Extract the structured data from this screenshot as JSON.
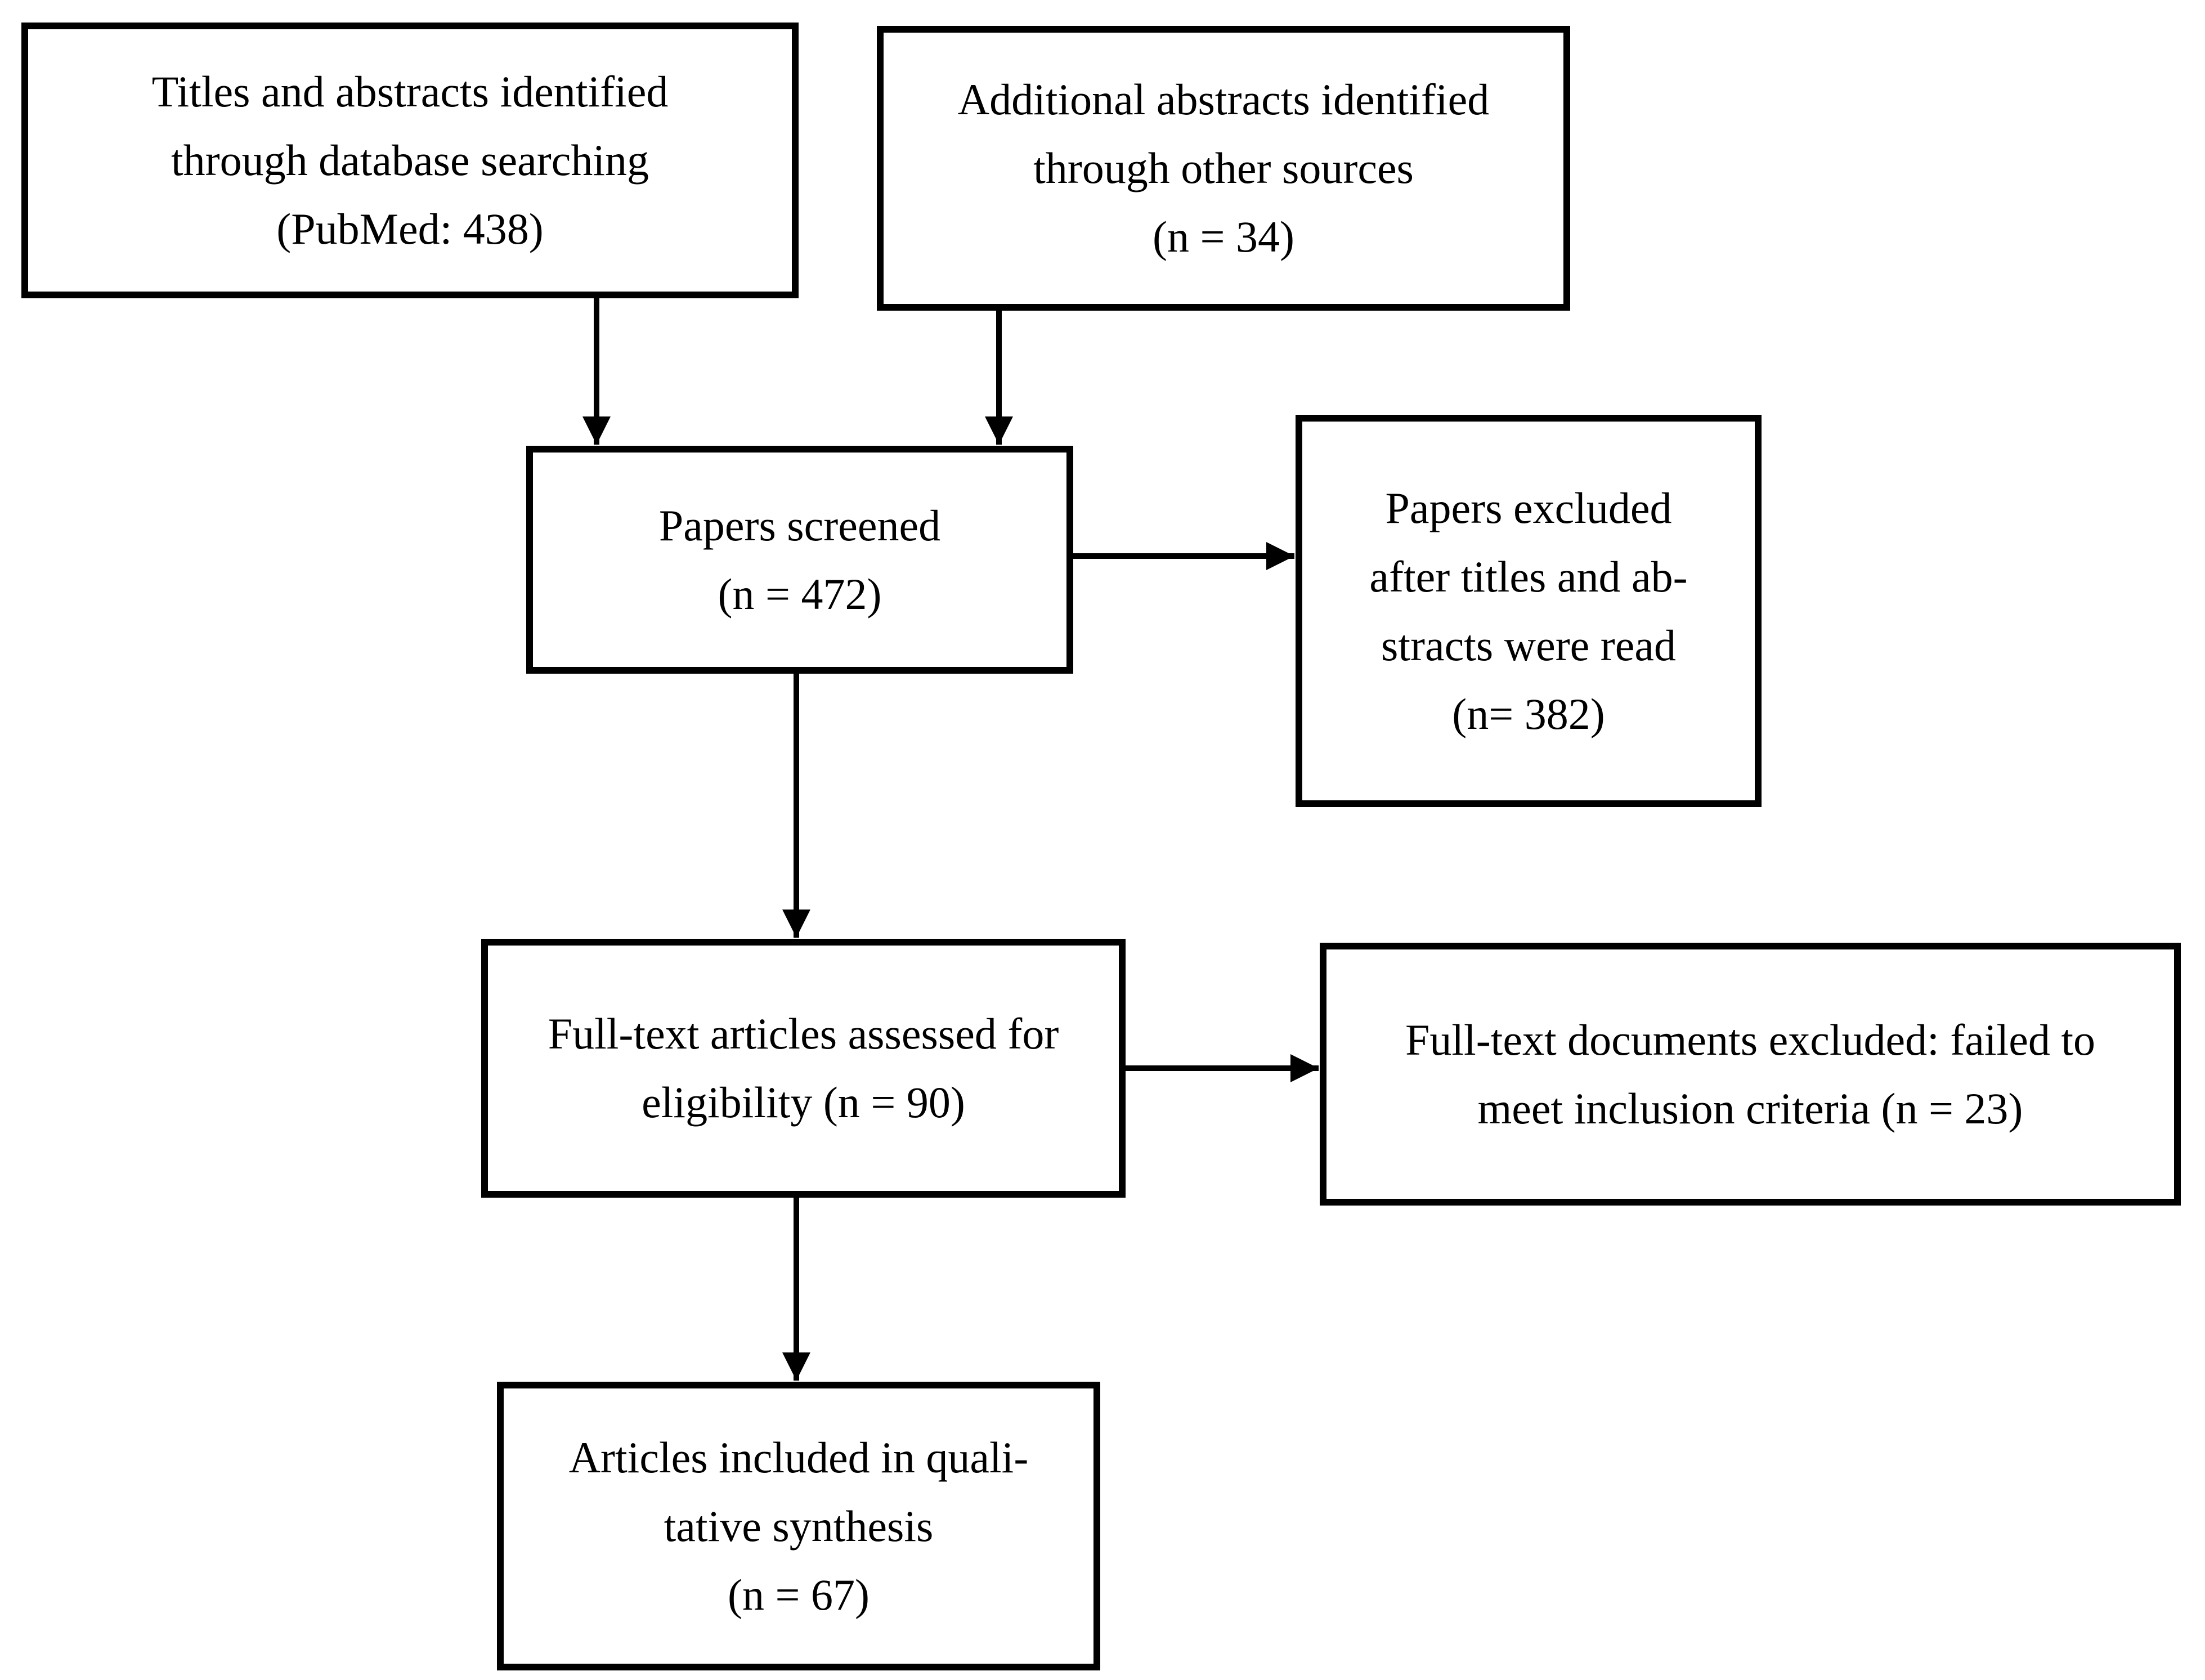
{
  "diagram": {
    "type": "flowchart",
    "colors": {
      "ink": "#000000",
      "paper": "#ffffff"
    },
    "boxes": {
      "identified_database": {
        "lines": [
          "Titles and abstracts identified",
          "through database searching",
          "(PubMed: 438)"
        ]
      },
      "identified_other": {
        "lines": [
          "Additional abstracts identified",
          "through other sources",
          "(n = 34)"
        ]
      },
      "screened": {
        "lines": [
          "Papers screened",
          "(n = 472)"
        ]
      },
      "excluded_screening": {
        "lines": [
          "Papers excluded",
          "after titles and ab-",
          "stracts were read",
          "(n= 382)"
        ]
      },
      "fulltext_assessed": {
        "lines": [
          "Full-text articles assessed for",
          "eligibility (n = 90)"
        ]
      },
      "fulltext_excluded": {
        "lines": [
          "Full-text documents excluded: failed to",
          "meet inclusion criteria (n = 23)"
        ]
      },
      "included_qualitative": {
        "lines": [
          "Articles included in quali-",
          "tative synthesis",
          "(n = 67)"
        ]
      }
    },
    "arrows": [
      {
        "from": "identified_database",
        "to": "screened",
        "direction": "down"
      },
      {
        "from": "identified_other",
        "to": "screened",
        "direction": "down"
      },
      {
        "from": "screened",
        "to": "excluded_screening",
        "direction": "right"
      },
      {
        "from": "screened",
        "to": "fulltext_assessed",
        "direction": "down"
      },
      {
        "from": "fulltext_assessed",
        "to": "fulltext_excluded",
        "direction": "right"
      },
      {
        "from": "fulltext_assessed",
        "to": "included_qualitative",
        "direction": "down"
      }
    ]
  }
}
